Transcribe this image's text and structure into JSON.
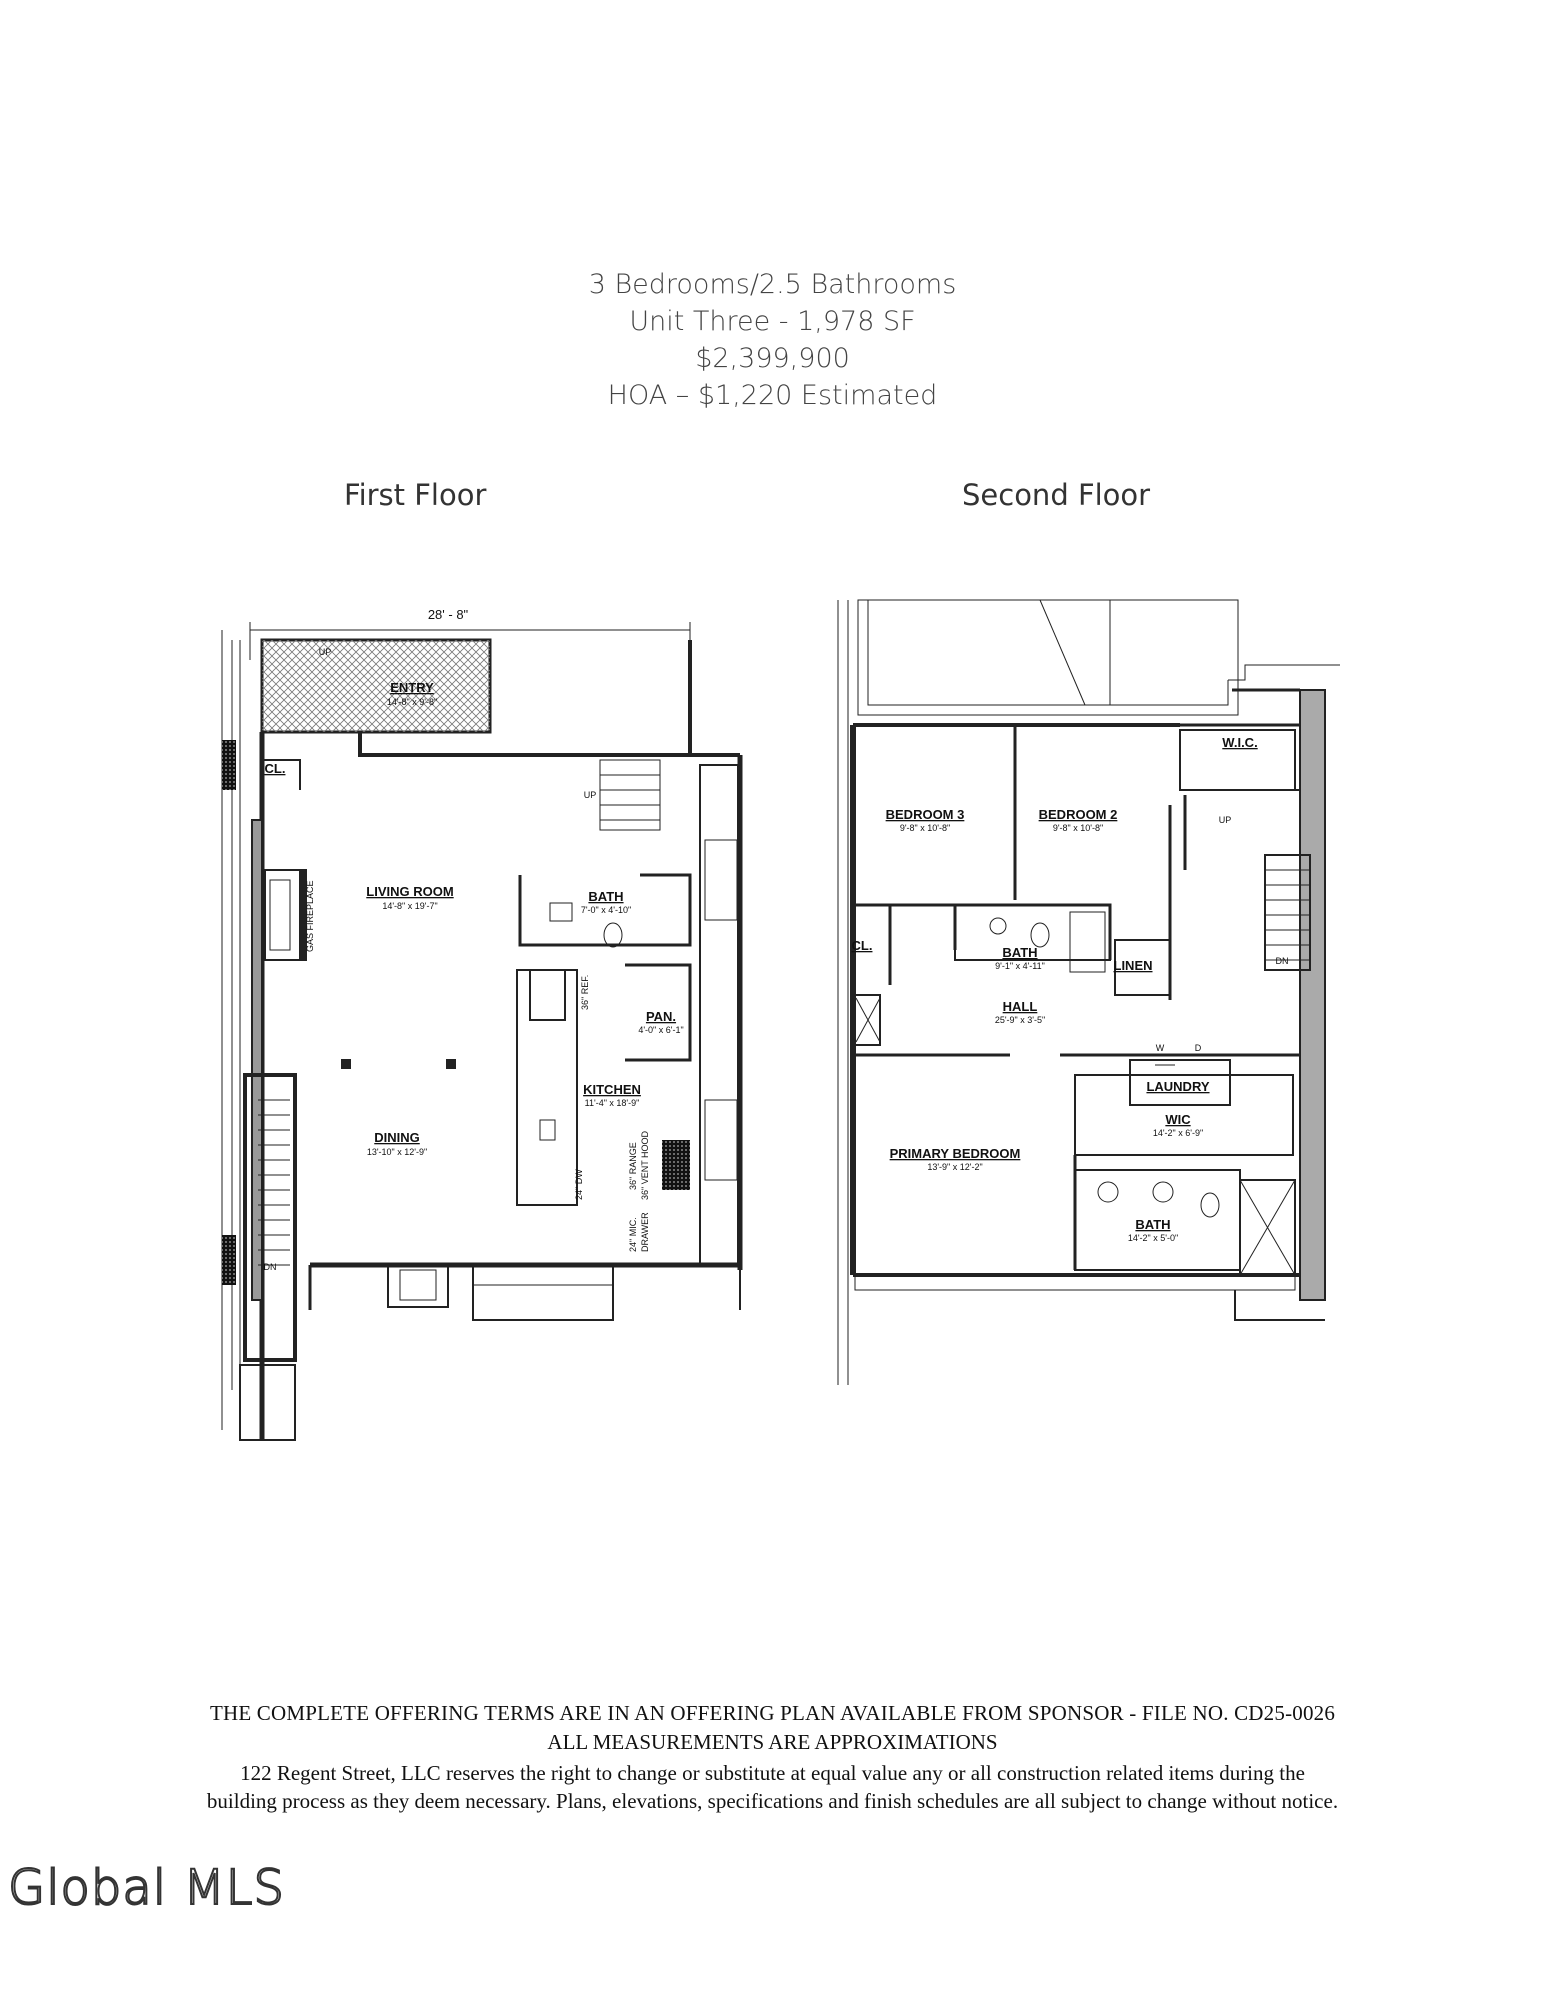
{
  "header": {
    "line1": "3 Bedrooms/2.5 Bathrooms",
    "line2": "Unit Three - 1,978 SF",
    "line3": "$2,399,900",
    "line4": "HOA – $1,220 Estimated"
  },
  "floors": {
    "first": {
      "title": "First Floor",
      "overall_dimension": "28' - 8\"",
      "rooms": {
        "entry": {
          "name": "ENTRY",
          "size": "14'-8\" x 9'-8\""
        },
        "cl": {
          "name": "CL."
        },
        "living": {
          "name": "LIVING ROOM",
          "size": "14'-8\" x 19'-7\""
        },
        "bath": {
          "name": "BATH",
          "size": "7'-0\" x 4'-10\""
        },
        "pan": {
          "name": "PAN.",
          "size": "4'-0\" x 6'-1\""
        },
        "kitchen": {
          "name": "KITCHEN",
          "size": "11'-4\" x 18'-9\""
        },
        "dining": {
          "name": "DINING",
          "size": "13'-10\" x 12'-9\""
        }
      },
      "labels": {
        "up": "UP",
        "up_entry": "UP",
        "dn": "DN",
        "fireplace": "GAS FIREPLACE",
        "ref": "36\" REF.",
        "range": "36\" RANGE",
        "hood": "36\" VENT HOOD",
        "dw": "24\" DW",
        "mic": "24\" MIC.",
        "drawer": "DRAWER"
      }
    },
    "second": {
      "title": "Second Floor",
      "rooms": {
        "bedroom3": {
          "name": "BEDROOM 3",
          "size": "9'-8\" x 10'-8\""
        },
        "bedroom2": {
          "name": "BEDROOM 2",
          "size": "9'-8\" x 10'-8\""
        },
        "wic_top": {
          "name": "W.I.C."
        },
        "cl": {
          "name": "CL."
        },
        "bath": {
          "name": "BATH",
          "size": "9'-1\" x 4'-11\""
        },
        "linen": {
          "name": "LINEN"
        },
        "hall": {
          "name": "HALL",
          "size": "25'-9\" x 3'-5\""
        },
        "laundry": {
          "name": "LAUNDRY"
        },
        "wic": {
          "name": "WIC",
          "size": "14'-2\" x 6'-9\""
        },
        "primary": {
          "name": "PRIMARY BEDROOM",
          "size": "13'-9\" x 12'-2\""
        },
        "primary_bath": {
          "name": "BATH",
          "size": "14'-2\" x 5'-0\""
        }
      },
      "labels": {
        "up": "UP",
        "dn": "DN",
        "w": "W",
        "d": "D"
      }
    }
  },
  "footer": {
    "line1": "THE COMPLETE OFFERING TERMS ARE IN AN OFFERING PLAN AVAILABLE FROM SPONSOR - FILE NO. CD25-0026",
    "line2": "ALL MEASUREMENTS ARE APPROXIMATIONS",
    "line3": "122 Regent Street, LLC reserves the right to change or substitute at equal value any or all construction related items during the",
    "line4": "building process as they deem necessary. Plans, elevations, specifications and finish schedules are all subject to change without notice."
  },
  "logo": {
    "text": "Global MLS"
  }
}
